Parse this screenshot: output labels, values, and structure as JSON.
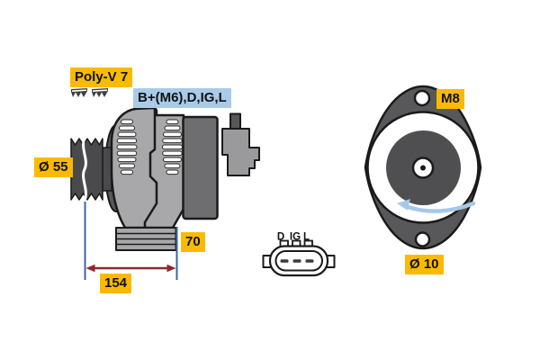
{
  "diagram": {
    "labels": {
      "belt_type": "Poly-V 7",
      "terminals": "B+(M6),D,IG,L",
      "pulley_diameter": "Ø 55",
      "dim_rear": "70",
      "dim_length": "154",
      "mount_thread": "M8",
      "mount_hole_diameter": "Ø 10"
    },
    "connector": {
      "pins": [
        "D",
        "IG",
        "L"
      ]
    },
    "colors": {
      "highlight_yellow": "#fbba00",
      "highlight_blue": "#a9cbe9",
      "dimension_line_blue": "#3a66a0",
      "dimension_arrow_red": "#8e2a2a",
      "rotation_arrow_blue": "#a5c8e8",
      "part_dark_gray": "#4a4a4c",
      "part_mid_gray": "#6e6e70",
      "part_light_gray": "#a8a8aa"
    }
  }
}
